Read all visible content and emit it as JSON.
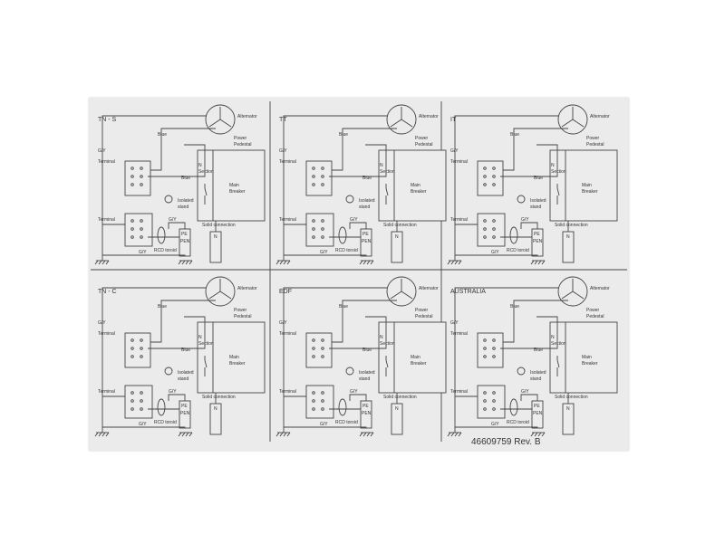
{
  "labels": {
    "alternator": "Alternator",
    "power": "Power",
    "pedestal": "Pedestal",
    "blue": "Blue",
    "gy": "G/Y",
    "terminal": "Terminal",
    "n": "N",
    "section": "Section",
    "main": "Main",
    "breaker": "Breaker",
    "isolated": "Isolated",
    "stand": "stand",
    "solid_connection": "Solid connection",
    "rcd": "RCD",
    "toroid": "toroid",
    "rcd_toroid": "RCD toroid",
    "pe": "PE",
    "pen": "PEN"
  },
  "panels": [
    {
      "title": "TN - S"
    },
    {
      "title": "TT"
    },
    {
      "title": "IT"
    },
    {
      "title": "TN - C"
    },
    {
      "title": "EDF"
    },
    {
      "title": "AUSTRALIA"
    }
  ],
  "footer": "46609759 Rev. B"
}
